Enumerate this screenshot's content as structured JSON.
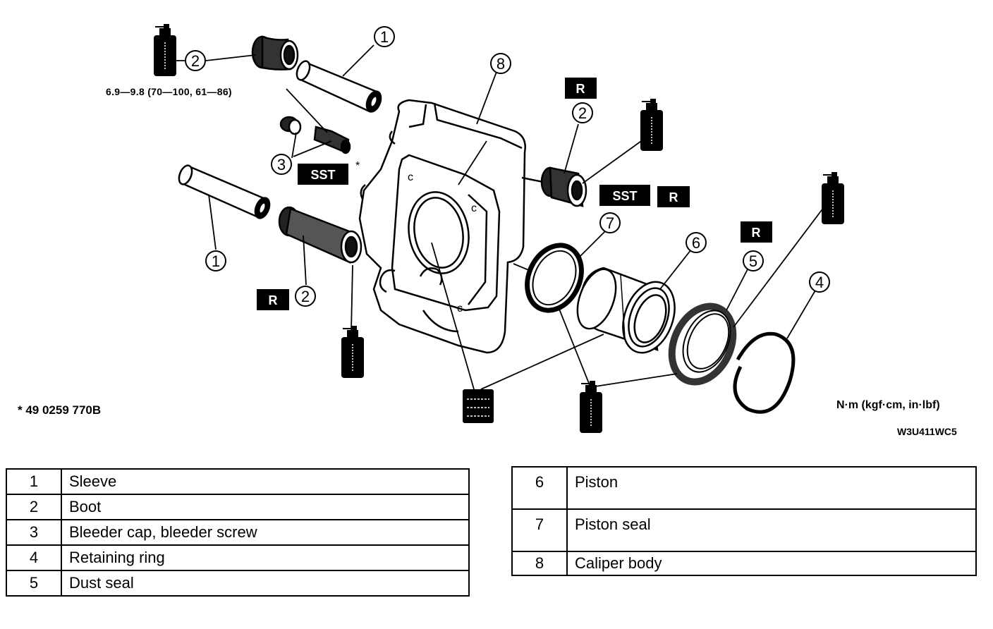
{
  "callouts": {
    "sleeve_upper": "1",
    "boot_upper_left": "2",
    "bleeder": "3",
    "sleeve_lower": "1",
    "boot_lower": "2",
    "caliper_body": "8",
    "boot_right": "2",
    "piston_seal": "7",
    "piston": "6",
    "dust_seal": "5",
    "retaining_ring": "4"
  },
  "tags": {
    "r1": "R",
    "r2": "R",
    "r3": "R",
    "r4": "R",
    "sst1": "SST",
    "sst2": "SST"
  },
  "torque_spec": "6.9—9.8 (70—100, 61—86)",
  "asterisk": "*",
  "sst_reference": "* 49 0259 770B",
  "units": "N·m (kgf·cm, in·lbf)",
  "figure_code": "W3U411WC5",
  "parts_left": [
    {
      "num": "1",
      "name": "Sleeve"
    },
    {
      "num": "2",
      "name": "Boot"
    },
    {
      "num": "3",
      "name": "Bleeder cap, bleeder screw"
    },
    {
      "num": "4",
      "name": "Retaining ring"
    },
    {
      "num": "5",
      "name": "Dust seal"
    }
  ],
  "parts_right": [
    {
      "num": "6",
      "name": "Piston"
    },
    {
      "num": "7",
      "name": "Piston seal"
    },
    {
      "num": "8",
      "name": "Caliper body"
    }
  ]
}
